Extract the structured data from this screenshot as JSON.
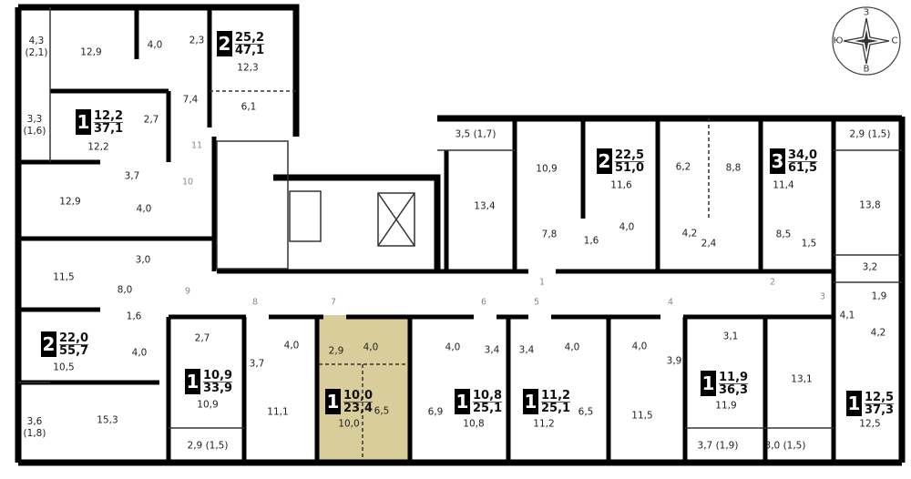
{
  "apartments": [
    {
      "rooms": "2",
      "living": "25,2",
      "total": "47,1"
    },
    {
      "rooms": "1",
      "living": "12,2",
      "total": "37,1"
    },
    {
      "rooms": "2",
      "living": "22,0",
      "total": "55,7"
    },
    {
      "rooms": "1",
      "living": "10,9",
      "total": "33,9"
    },
    {
      "rooms": "1",
      "living": "10,0",
      "total": "23,4"
    },
    {
      "rooms": "1",
      "living": "10,8",
      "total": "25,1"
    },
    {
      "rooms": "1",
      "living": "11,2",
      "total": "25,1"
    },
    {
      "rooms": "1",
      "living": "11,9",
      "total": "36,3"
    },
    {
      "rooms": "1",
      "living": "12,5",
      "total": "37,3"
    },
    {
      "rooms": "2",
      "living": "22,5",
      "total": "51,0"
    },
    {
      "rooms": "3",
      "living": "34,0",
      "total": "61,5"
    }
  ],
  "room_areas": [
    "4,3\n(2,1)",
    "12,9",
    "4,0",
    "2,3",
    "12,3",
    "7,4",
    "6,1",
    "3,3\n(1,6)",
    "2,7",
    "12,2",
    "3,7",
    "12,9",
    "4,0",
    "11,5",
    "3,0",
    "8,0",
    "1,6",
    "4,0",
    "10,5",
    "3,6\n(1,8)",
    "15,3",
    "2,7",
    "3,7",
    "4,0",
    "10,9",
    "11,1",
    "2,9 (1,5)",
    "2,9",
    "4,0",
    "6,5",
    "10,0",
    "4,0",
    "3,4",
    "6,9",
    "10,8",
    "3,4",
    "4,0",
    "6,5",
    "11,2",
    "4,0",
    "3,9",
    "3,1",
    "11,9",
    "11,5",
    "13,1",
    "3,7 (1,9)",
    "3,0 (1,5)",
    "1,9",
    "4,1",
    "4,2",
    "12,5",
    "3,5 (1,7)",
    "10,9",
    "11,6",
    "6,2",
    "8,8",
    "11,4",
    "2,9 (1,5)",
    "13,4",
    "13,8",
    "7,8",
    "1,6",
    "4,0",
    "4,2",
    "2,4",
    "8,5",
    "1,5",
    "3,2"
  ],
  "doors": [
    "11",
    "10",
    "9",
    "8",
    "7",
    "6",
    "5",
    "1",
    "4",
    "2",
    "3"
  ],
  "compass": {
    "top": "З",
    "left": "Ю",
    "right": "С",
    "bottom": "В"
  },
  "colors": {
    "selected_apartment": "#d9cd9c",
    "walls": "#000000"
  }
}
